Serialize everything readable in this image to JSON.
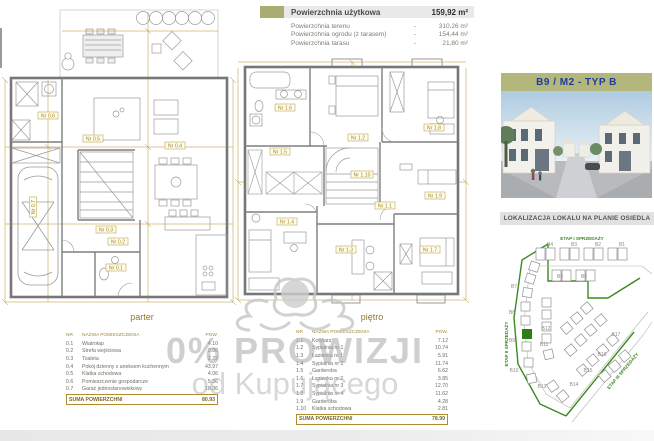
{
  "colors": {
    "accent_olive": "#a9ad72",
    "accent_gold": "#b6952f",
    "navy": "#1c3d9e",
    "site_green": "#3a8a1f",
    "watermark_gray": "#bdbdbd"
  },
  "info_box": {
    "header": {
      "label": "Powierzchnia użytkowa",
      "value": "159,92 m²"
    },
    "rows": [
      {
        "label": "Powierzchnia terenu",
        "sep": "-",
        "value": "310,26 m²"
      },
      {
        "label": "Powierzchnia ogrodu (z tarasem)",
        "sep": "-",
        "value": "154,44 m²"
      },
      {
        "label": "Powierzchnia tarasu",
        "sep": "-",
        "value": "21,80 m²"
      }
    ]
  },
  "plans": {
    "parter": {
      "room_labels": [
        "Nr 0.1",
        "Nr 0.2",
        "Nr 0.3",
        "Nr 0.4",
        "Nr 0.5",
        "Nr 0.6",
        "Nr 0.7"
      ]
    },
    "pietro": {
      "room_labels": [
        "Nr 1.1",
        "Nr 1.2",
        "Nr 1.3",
        "Nr 1.4",
        "Nr 1.5",
        "Nr 1.6",
        "Nr 1.7",
        "Nr 1.8",
        "Nr 1.9",
        "Nr 1.10"
      ]
    }
  },
  "tables": {
    "parter": {
      "title": "parter",
      "headers": [
        "NR",
        "NAZWA POMIESZCZENIA",
        "POW."
      ],
      "rows": [
        [
          "0.1",
          "Wiatrołap",
          "4.10"
        ],
        [
          "0.2",
          "Strefa wejściowa",
          "2.86"
        ],
        [
          "0.3",
          "Toaleta",
          "2.22"
        ],
        [
          "0.4",
          "Pokój dzienny z aneksem kuchennym",
          "43.97"
        ],
        [
          "0.5",
          "Klatka schodowa",
          "4.06"
        ],
        [
          "0.6",
          "Pomieszczenie gospodarcze",
          "5.36"
        ],
        [
          "0.7",
          "Garaż jednostanowiskowy",
          "18.36"
        ]
      ],
      "sum_label": "SUMA POWIERZCHNI",
      "sum_value": "80.93"
    },
    "pietro": {
      "title": "piętro",
      "headers": [
        "NR",
        "NAZWA POMIESZCZENIA",
        "POW."
      ],
      "rows": [
        [
          "1.1",
          "Korytarz",
          "7.12"
        ],
        [
          "1.2",
          "Sypialnia nr 1",
          "10.74"
        ],
        [
          "1.3",
          "Łazienka nr 1",
          "5.91"
        ],
        [
          "1.4",
          "Sypialnia nr 2",
          "11.74"
        ],
        [
          "1.5",
          "Garderoba",
          "6.62"
        ],
        [
          "1.6",
          "Łazienka nr 2",
          "3.85"
        ],
        [
          "1.7",
          "Sypialnia nr 3",
          "12.70"
        ],
        [
          "1.8",
          "Sypialnia nr 4",
          "11.62"
        ],
        [
          "1.9",
          "Garderoba",
          "4.28"
        ],
        [
          "1.10",
          "Klatka schodowa",
          "2.81"
        ]
      ],
      "sum_label": "SUMA POWIERZCHNI",
      "sum_value": "78.99"
    }
  },
  "right_panel": {
    "title": "B9 / M2 - TYP B",
    "location_header": "LOKALIZACJA LOKALU NA PLANIE OSIEDLA",
    "site_plan": {
      "stage1": "ETAP I SPRZEDAŻY",
      "stage2": "ETAP II SPRZEDAŻY",
      "stage3": "ETAP III SPRZEDAŻY",
      "highlighted": "B9",
      "buildings": [
        "B1",
        "B2",
        "B3",
        "B4",
        "B5",
        "B6",
        "B7",
        "B8",
        "B9",
        "B10",
        "B11",
        "B12",
        "B13",
        "B14",
        "B15",
        "B16",
        "B17"
      ]
    }
  },
  "watermark": {
    "line1": "0% PROWIZJI",
    "line2": "od Kupującego"
  }
}
